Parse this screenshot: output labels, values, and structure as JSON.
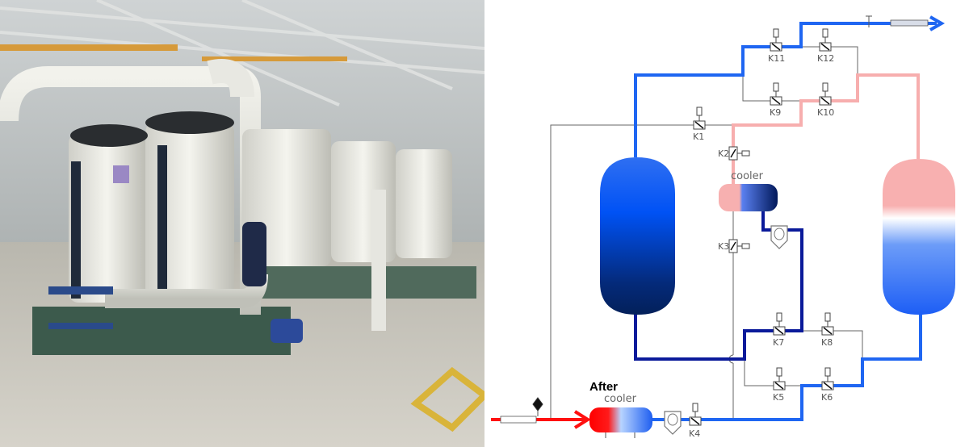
{
  "photo": {
    "subject": "industrial-dryer-photo"
  },
  "diagram": {
    "valves": {
      "k1": "K1",
      "k2": "K2",
      "k3": "K3",
      "k4": "K4",
      "k5": "K5",
      "k6": "K6",
      "k7": "K7",
      "k8": "K8",
      "k9": "K9",
      "k10": "K10",
      "k11": "K11",
      "k12": "K12"
    },
    "cooler_label": "cooler",
    "aftercooler_title": "After",
    "aftercooler_label": "cooler",
    "colors": {
      "dry_air": "#2a6cf5",
      "regeneration": "#f7b2b2",
      "wet_inlet": "#ff1010",
      "cooled": "#0a1a9a",
      "control_line": "#666666"
    }
  }
}
